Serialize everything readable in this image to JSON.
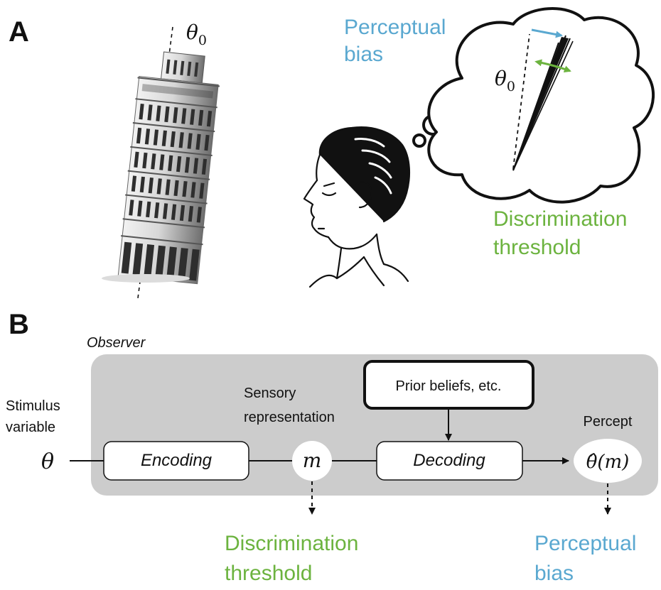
{
  "panelA": {
    "label": "A",
    "theta0_tower": "θ",
    "theta0_tower_sub": "0",
    "theta0_thought": "θ",
    "theta0_thought_sub": "0",
    "perceptual_bias": [
      "Perceptual",
      "bias"
    ],
    "discrimination_threshold": [
      "Discrimination",
      "threshold"
    ]
  },
  "panelB": {
    "label": "B",
    "observer": "Observer",
    "stimulus_variable": [
      "Stimulus",
      "variable"
    ],
    "theta": "θ",
    "encoding": "Encoding",
    "sensory_representation": [
      "Sensory",
      "representation"
    ],
    "m": "m",
    "prior": "Prior beliefs, etc.",
    "decoding": "Decoding",
    "percept": "Percept",
    "theta_hat": "θ̂(m)",
    "discrimination_threshold": [
      "Discrimination",
      "threshold"
    ],
    "perceptual_bias": [
      "Perceptual",
      "bias"
    ]
  },
  "colors": {
    "blue": "#5aa8d0",
    "green": "#6cb33f",
    "observer_box": "#cccccc",
    "ink": "#111111"
  }
}
